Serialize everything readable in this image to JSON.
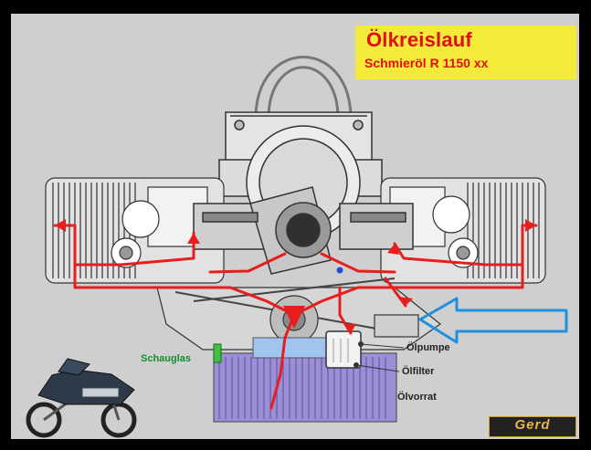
{
  "title": "Ölkreislauf",
  "subtitle": "Schmieröl R 1150 xx",
  "labels": {
    "schauglas": "Schauglas",
    "oelpumpe": "Ölpumpe",
    "oelfilter": "Ölfilter",
    "oelvorrat": "Ölvorrat"
  },
  "logo": "Gerd",
  "colors": {
    "oil_flow": "#e81d1d",
    "fill_arrow": "#1e90e0",
    "oil_sump": "#9a90d8",
    "title_background": "#f4ea3a",
    "sight_glass": "#3ec23e"
  }
}
